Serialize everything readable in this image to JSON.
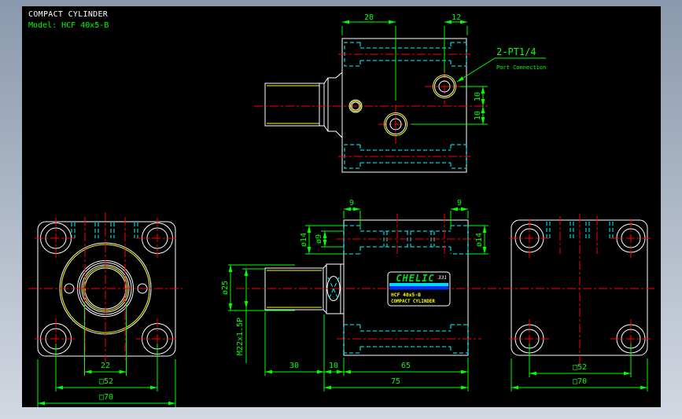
{
  "drawing": {
    "title": "COMPACT CYLINDER",
    "model_line": "Model: HCF 40x5-B"
  },
  "colors": {
    "background_top": "#8a99ad",
    "background_bottom": "#d2d8e1",
    "canvas": "#000000",
    "outline": "#ffffff",
    "dimension": "#00ff00",
    "centerline": "#ff0000",
    "hidden_line": "#00ffff",
    "thread_line": "#ffff00"
  },
  "top_view": {
    "dim_left_width": "28",
    "dim_right_width": "12",
    "dim_port_upper_offset": "10",
    "dim_port_lower_offset": "10",
    "leader_title": "2-PT1/4",
    "leader_subtitle": "Port Connection"
  },
  "front_view": {
    "dim_port_spacing": "22",
    "dim_bolt_square": "□52",
    "dim_body_square": "□70"
  },
  "side_view": {
    "dim_cbore_depth_left": "9",
    "dim_cbore_depth_right": "9",
    "dim_cbore_dia_left": "ø14",
    "dim_hole_dia": "ø9",
    "dim_cbore_dia_right": "ø14",
    "dim_boss_dia": "ø25",
    "dim_rod_thread": "M22x1.5P",
    "dim_rod_length": "30",
    "dim_collar_width": "10",
    "dim_body_length": "65",
    "dim_overall_length": "75"
  },
  "nameplate": {
    "brand": "CHELIC",
    "code": "331",
    "model": "HCF 40x5-B",
    "product": "COMPACT CYLINDER"
  },
  "right_view": {
    "dim_bolt_square": "□52",
    "dim_body_square": "□70"
  }
}
